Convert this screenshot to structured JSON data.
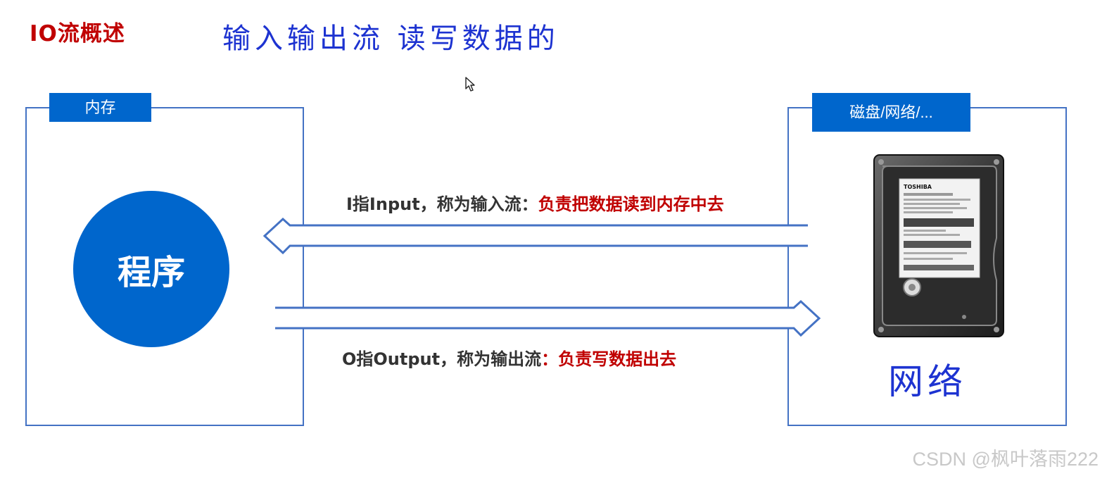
{
  "slide_title": "IO流概述",
  "annotation_top": "输入输出流  读写数据的",
  "memory_box": {
    "tab_label": "内存",
    "circle_label": "程序"
  },
  "storage_box": {
    "tab_label": "磁盘/网络/...",
    "drive_image_label": "TOSHIBA",
    "annotation": "网络"
  },
  "input_arrow": {
    "label_prefix": "I指Input，称为输入流：",
    "label_highlight": "负责把数据读到内存中去"
  },
  "output_arrow": {
    "label_prefix": "O指Output，称为输出流",
    "label_highlight": "：负责写数据出去"
  },
  "watermark": "CSDN @枫叶落雨222",
  "colors": {
    "box_border": "#4472c4",
    "tab_fill": "#0066cc",
    "title_red": "#c00000",
    "handwriting_blue": "#1d33d1"
  }
}
